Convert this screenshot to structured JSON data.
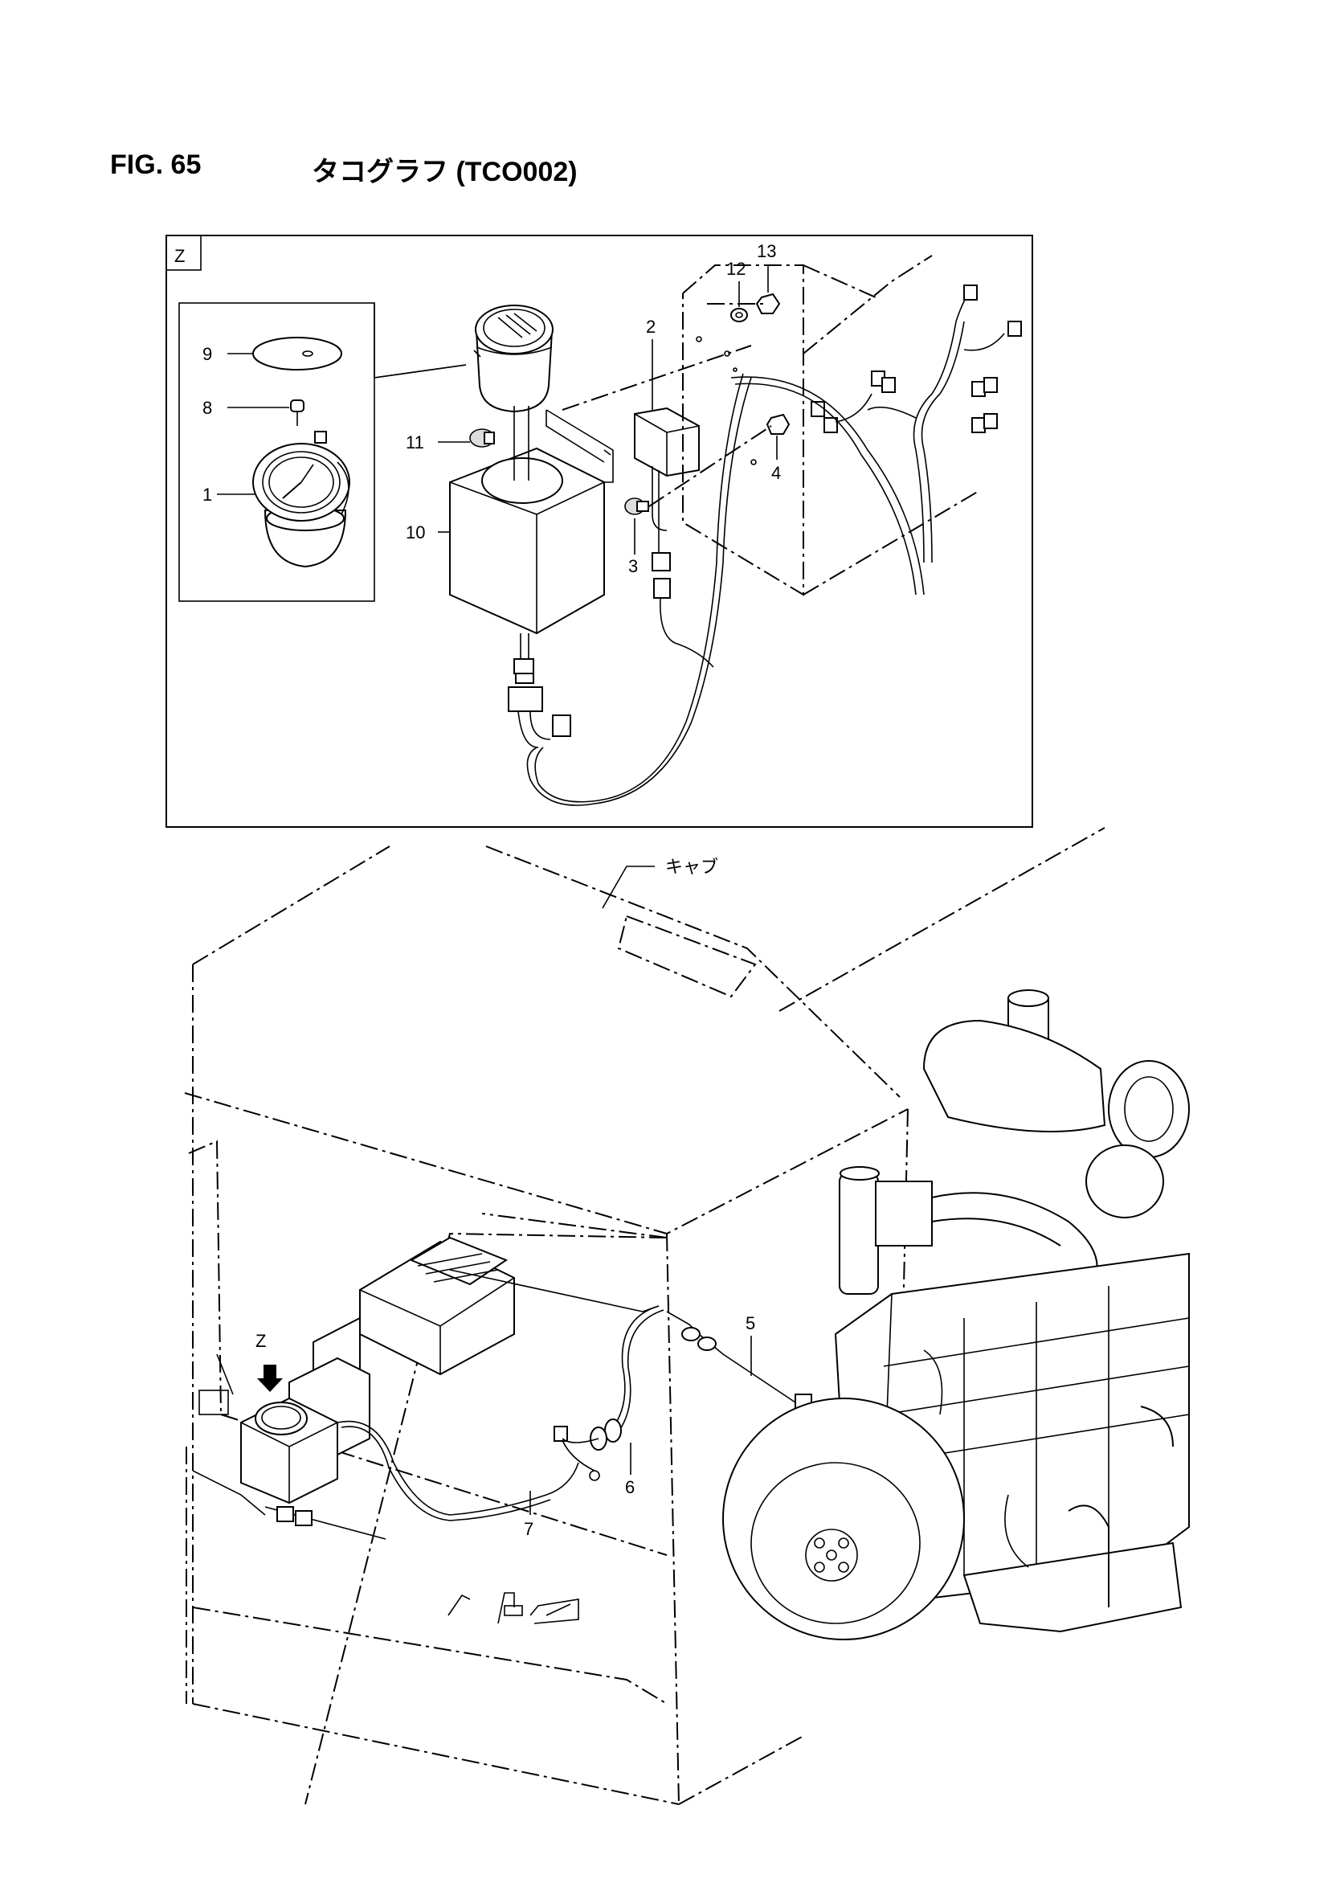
{
  "figure": {
    "number": "FIG. 65",
    "title": "タコグラフ (TCO002)"
  },
  "detail": {
    "view_label": "Z"
  },
  "callouts": [
    "1",
    "2",
    "3",
    "4",
    "5",
    "6",
    "7",
    "8",
    "9",
    "10",
    "11",
    "12",
    "13"
  ],
  "annotations": {
    "cab": "キャブ",
    "view_marker": "Z"
  }
}
